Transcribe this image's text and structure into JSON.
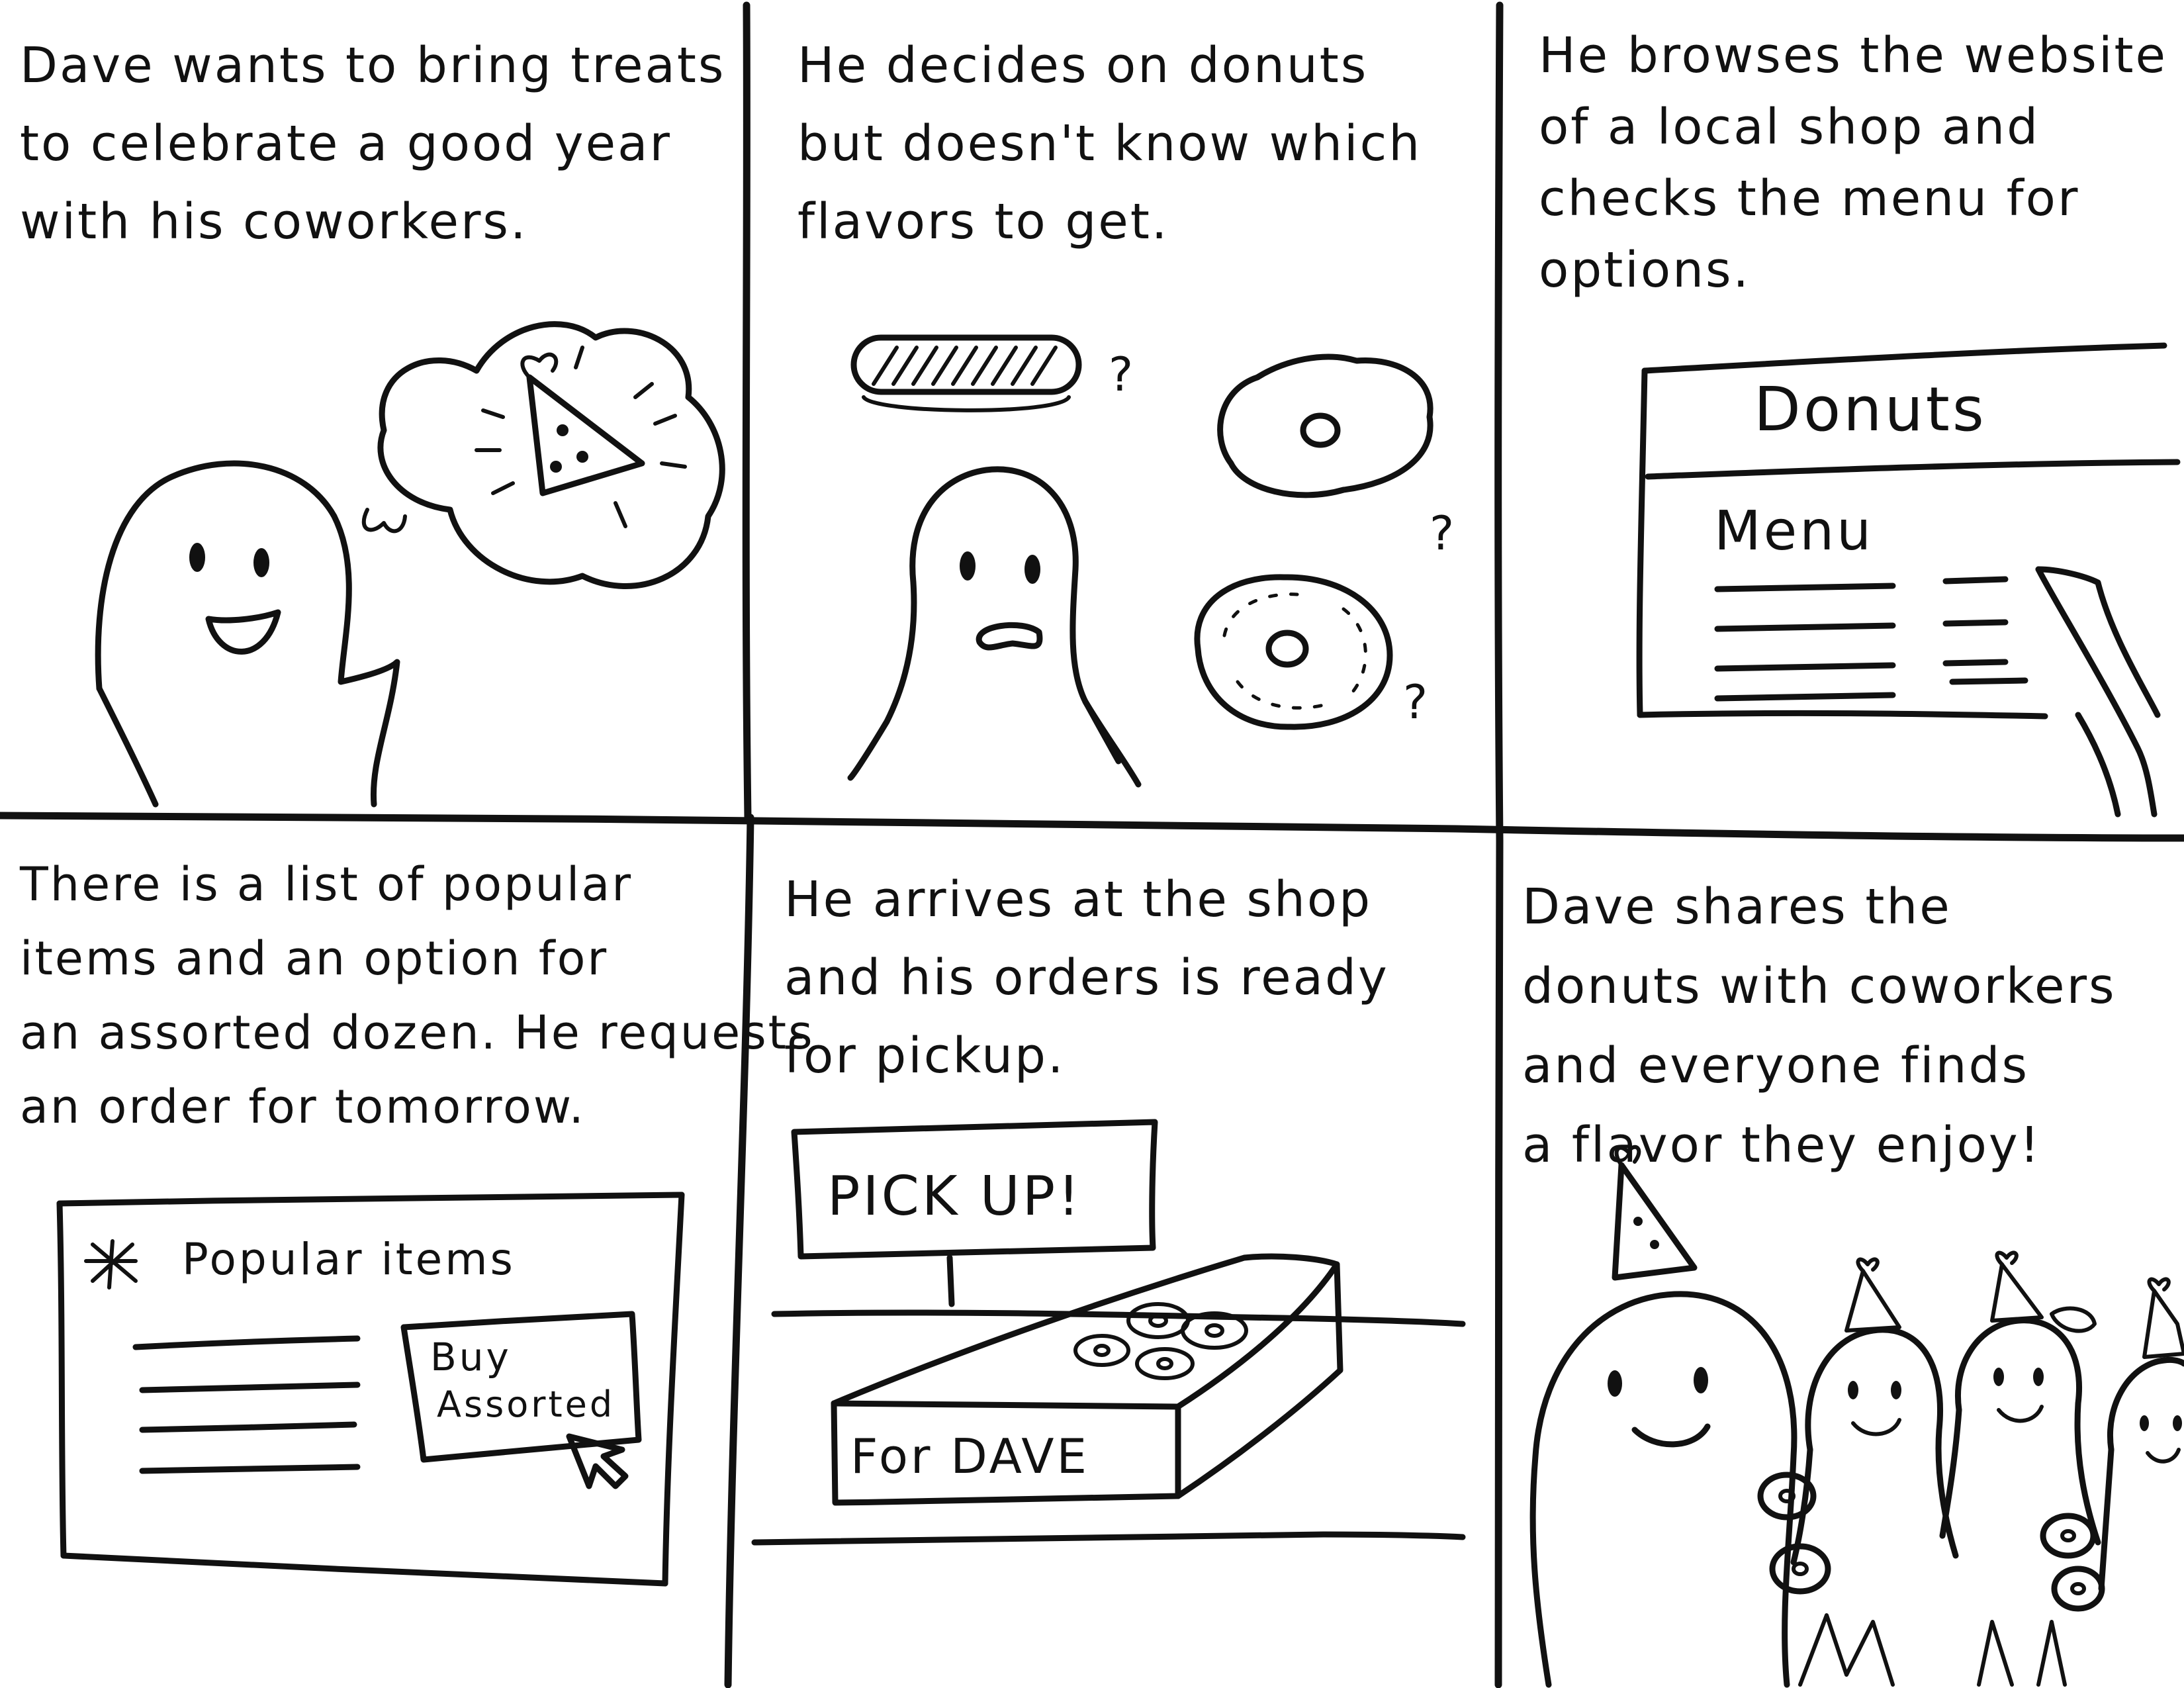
{
  "panels": [
    {
      "caption": "Dave wants to bring treats\nto celebrate a good year\nwith his coworkers."
    },
    {
      "caption": "He decides on donuts\nbut doesn't know which\nflavors to get."
    },
    {
      "caption": "He browses the website\nof a local shop and\nchecks the menu for\noptions."
    },
    {
      "caption": "There is a list of popular\nitems and an option for\nan assorted dozen. He requests\nan order for tomorrow."
    },
    {
      "caption": "He arrives at the shop\nand his orders is ready\nfor pickup."
    },
    {
      "caption": "Dave shares the\ndonuts with coworkers\nand everyone finds\na flavor they enjoy!"
    }
  ],
  "sketches": {
    "website": {
      "title": "Donuts",
      "section": "Menu"
    },
    "popular": {
      "heading": "Popular items",
      "button_line1": "Buy",
      "button_line2": "Assorted"
    },
    "pickup": {
      "sign": "PICK UP!",
      "box_label": "For DAVE"
    },
    "question_mark": "?"
  },
  "icons": [
    "party-hat-icon",
    "donut-icon",
    "eclair-icon",
    "cursor-icon",
    "star-icon",
    "thought-bubble-icon"
  ]
}
